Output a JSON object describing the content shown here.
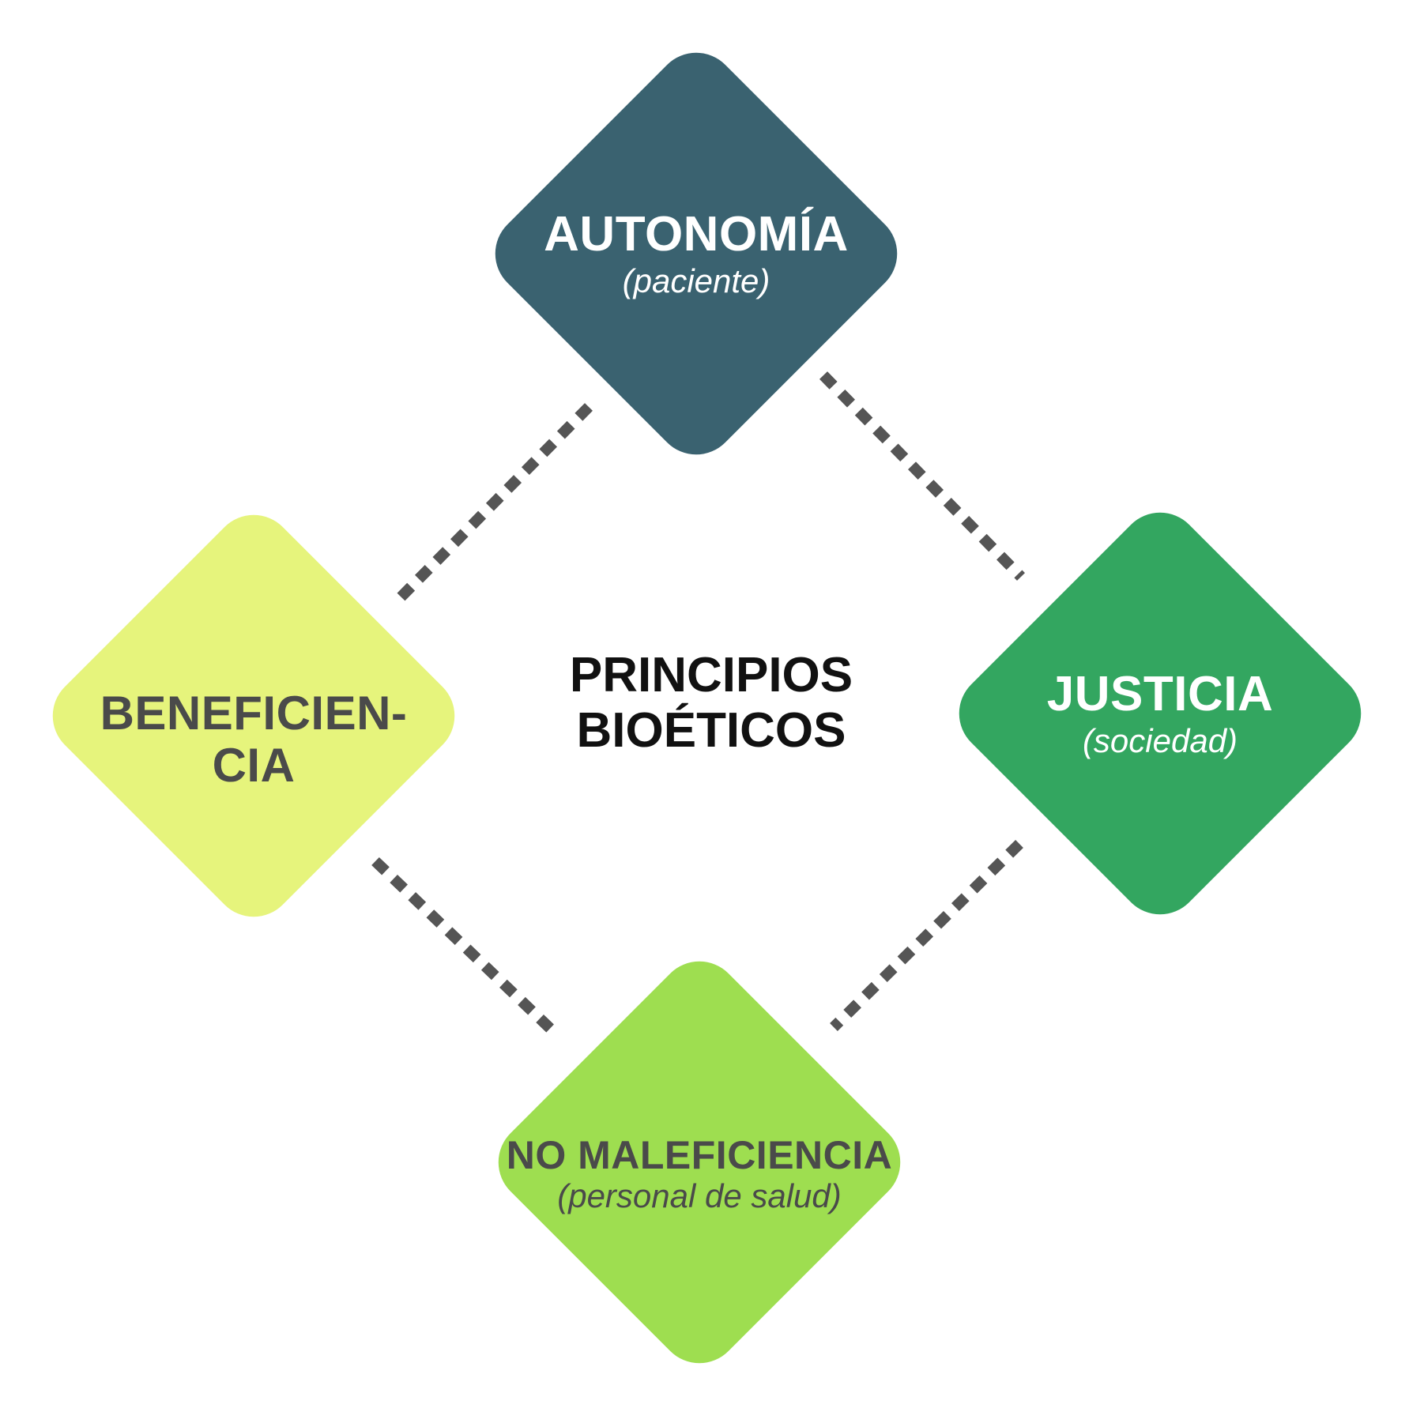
{
  "colors": {
    "autonomia": "#3a6270",
    "justicia": "#33a660",
    "beneficiencia": "#e6f47c",
    "no_maleficiencia": "#9ede50",
    "dark_text": "#4a4a4a",
    "light_text": "#ffffff",
    "center_text": "#111111",
    "connector": "#555555"
  },
  "center": {
    "line1": "PRINCIPIOS",
    "line2": "BIOÉTICOS"
  },
  "nodes": {
    "autonomia": {
      "title": "AUTONOMÍA",
      "subtitle": "(paciente)"
    },
    "justicia": {
      "title": "JUSTICIA",
      "subtitle": "(sociedad)"
    },
    "beneficiencia": {
      "line1": "BENEFICIEN-",
      "line2": "CIA"
    },
    "no_maleficiencia": {
      "title": "NO MALEFICIENCIA",
      "subtitle": "(personal de salud)"
    }
  }
}
